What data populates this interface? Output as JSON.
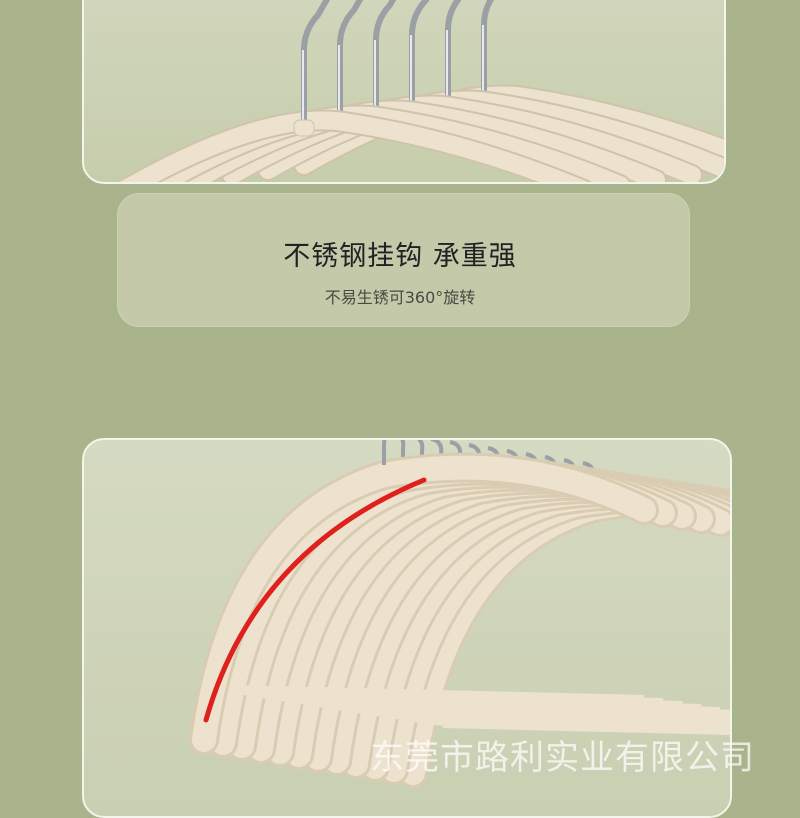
{
  "feature": {
    "title": "不锈钢挂钩 承重强",
    "subtitle": "不易生锈可360°旋转"
  },
  "watermark": "东莞市路利实业有限公司",
  "colors": {
    "background": "#a9b48c",
    "card": "#c3c9a9",
    "hanger": "#ede2cd",
    "hook": "#9aa0a4",
    "accent_line": "#e0201c"
  }
}
